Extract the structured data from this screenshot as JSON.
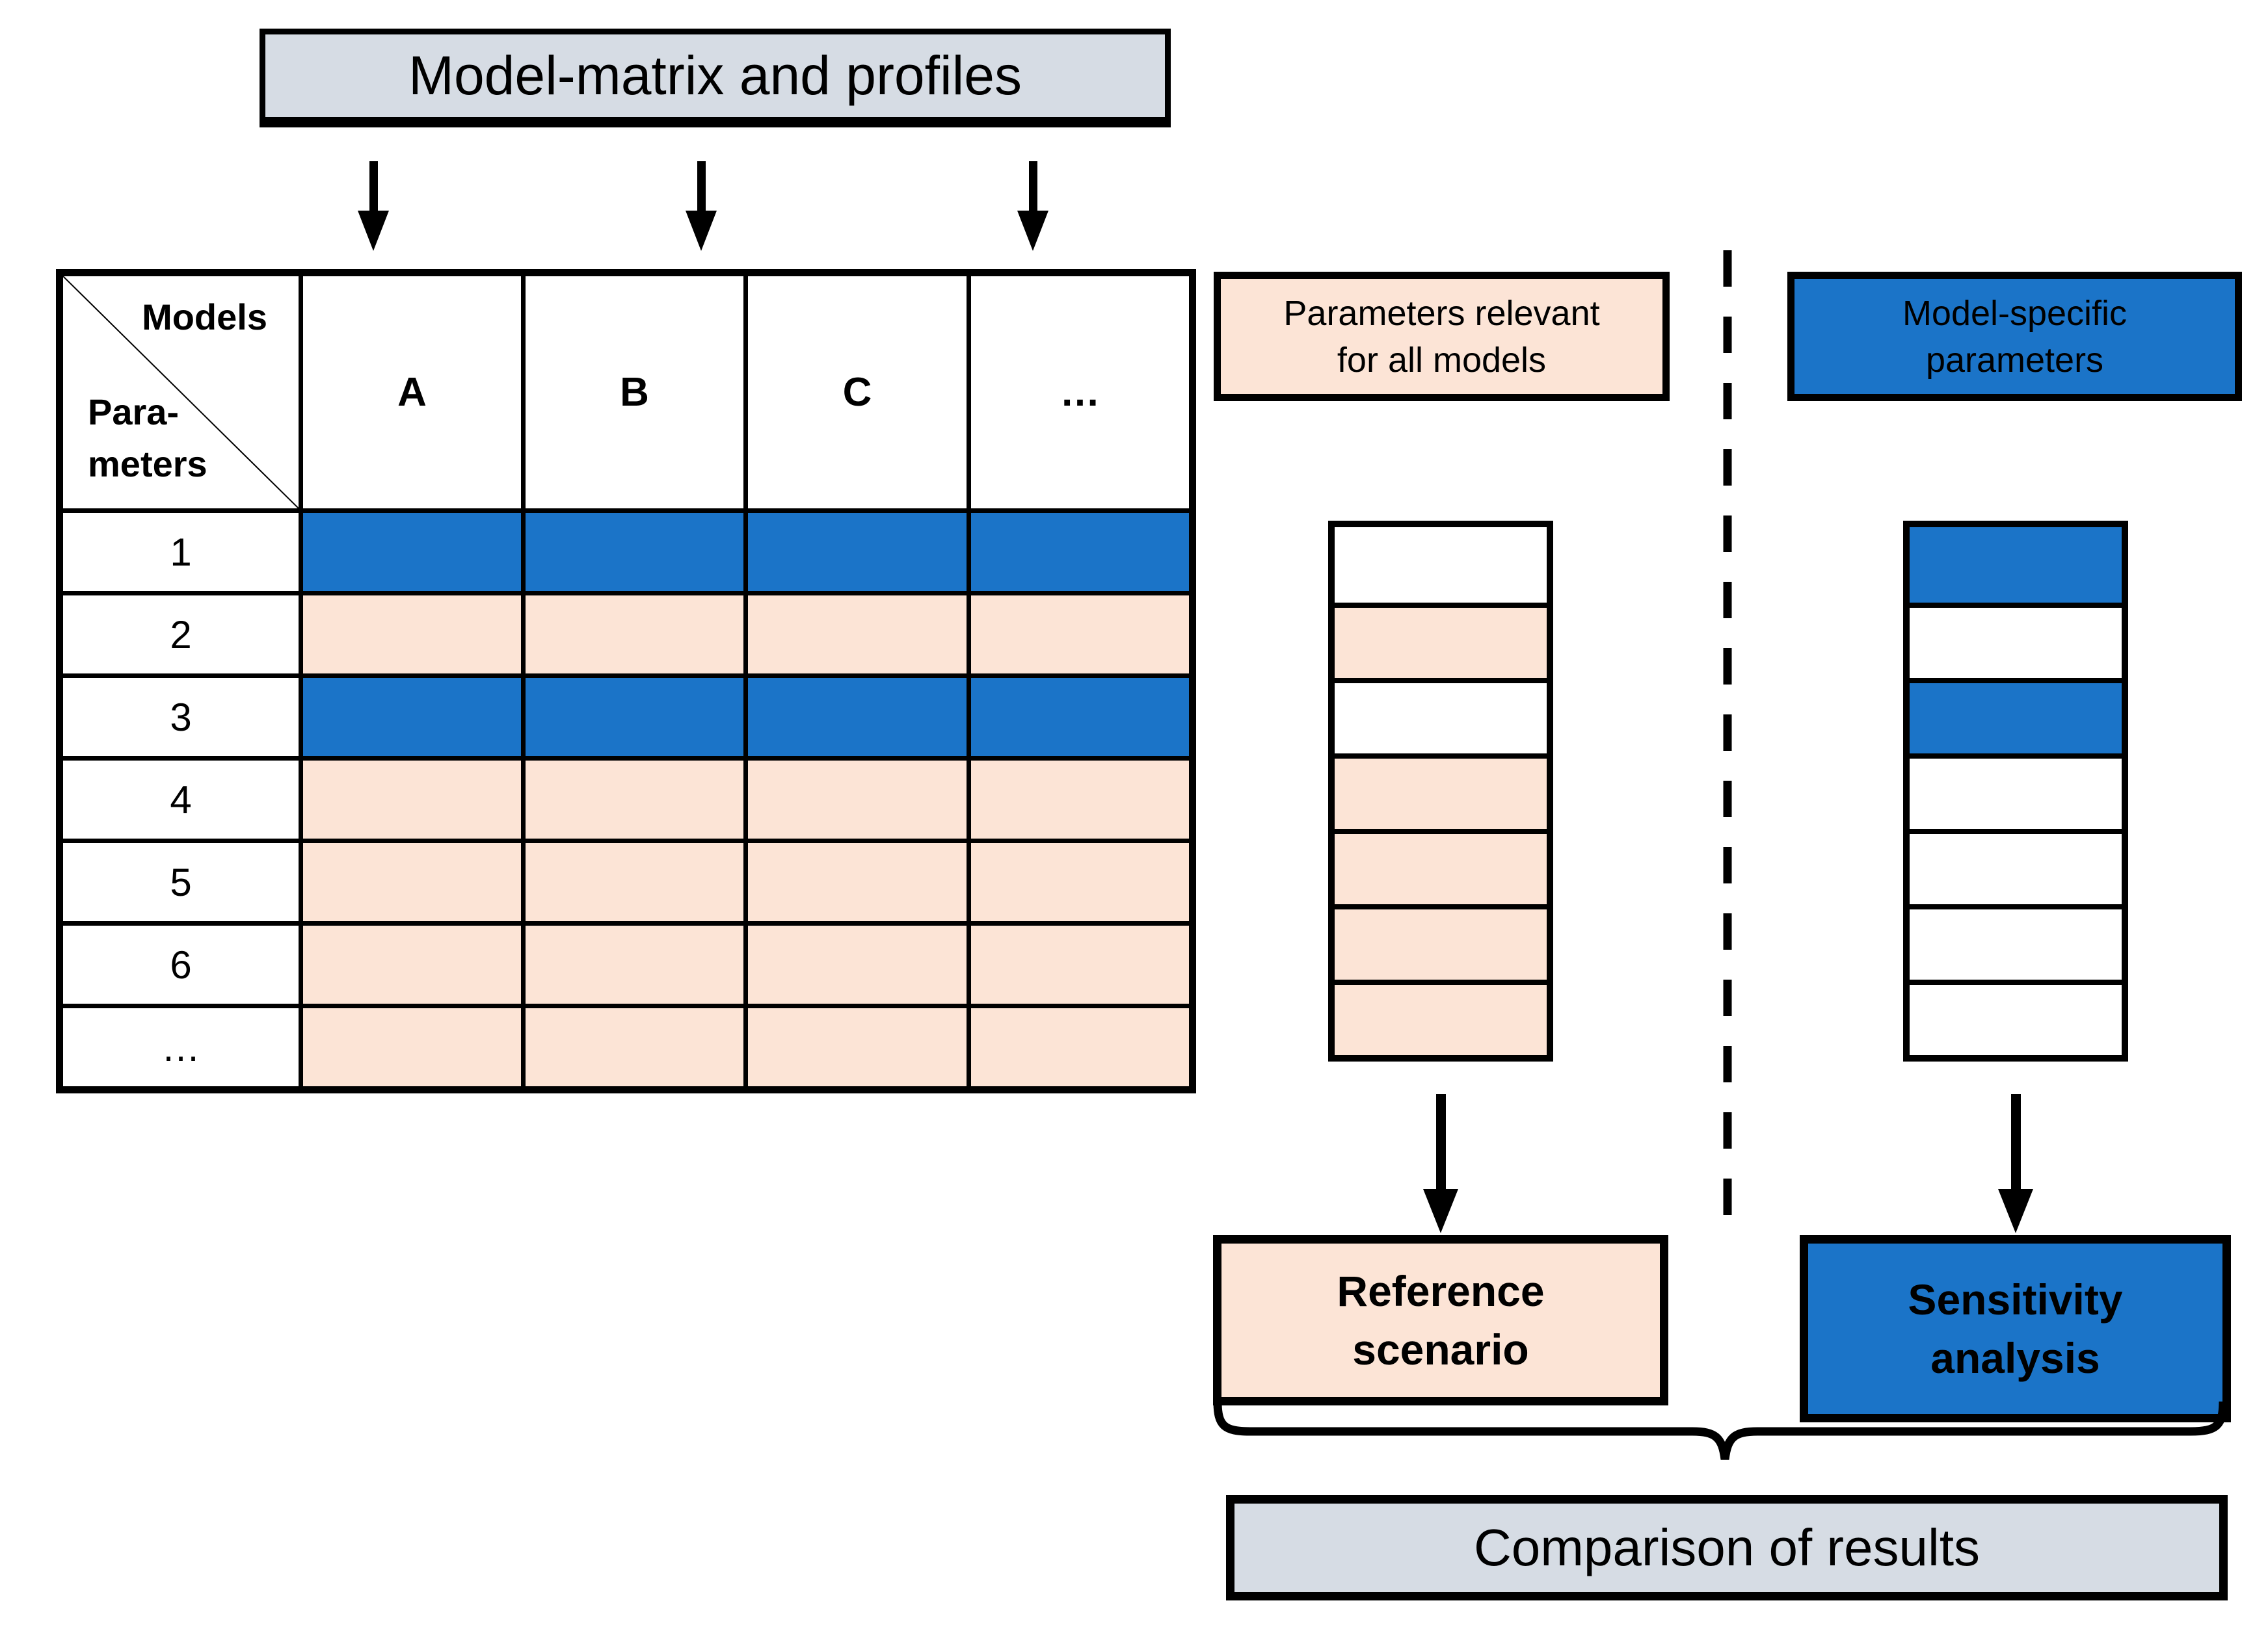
{
  "colors": {
    "blue": "#1B74C8",
    "peach": "#FCE4D6",
    "gray": "#D6DCE4",
    "line": "#000000"
  },
  "title_box": {
    "label": "Model-matrix and profiles"
  },
  "matrix": {
    "corner_top": "Models",
    "corner_bottom_line1": "Para-",
    "corner_bottom_line2": "meters",
    "column_headers": [
      "A",
      "B",
      "C",
      "…"
    ],
    "rows": [
      {
        "label": "1",
        "band": "blue"
      },
      {
        "label": "2",
        "band": "peach"
      },
      {
        "label": "3",
        "band": "blue"
      },
      {
        "label": "4",
        "band": "peach"
      },
      {
        "label": "5",
        "band": "peach"
      },
      {
        "label": "6",
        "band": "peach"
      },
      {
        "label": "…",
        "band": "peach"
      }
    ]
  },
  "legend": {
    "all_models": {
      "line1": "Parameters relevant",
      "line2": "for all models",
      "color": "peach"
    },
    "model_specific": {
      "line1": "Model-specific",
      "line2": "parameters",
      "color": "blue"
    }
  },
  "stacks": {
    "reference": {
      "cells": [
        "white",
        "peach",
        "white",
        "peach",
        "peach",
        "peach",
        "peach"
      ]
    },
    "sensitivity": {
      "cells": [
        "blue",
        "white",
        "blue",
        "white",
        "white",
        "white",
        "white"
      ]
    }
  },
  "outcome": {
    "reference": {
      "line1": "Reference",
      "line2": "scenario"
    },
    "sensitivity": {
      "line1": "Sensitivity",
      "line2": "analysis"
    }
  },
  "comparison_box": {
    "label": "Comparison of results"
  }
}
